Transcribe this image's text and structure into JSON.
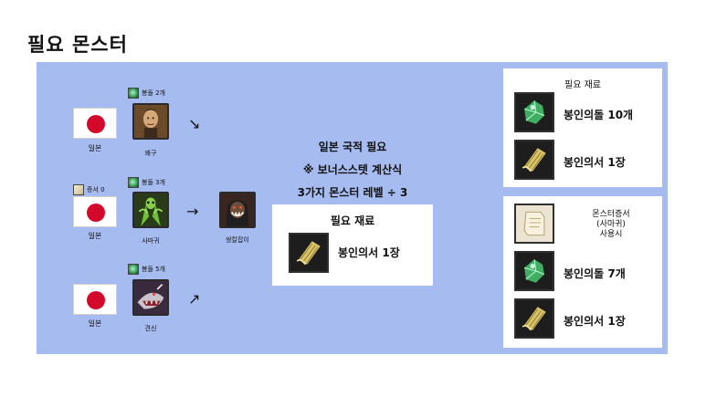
{
  "page": {
    "title": "필요 몬스터"
  },
  "sources": [
    {
      "flag": "일본",
      "cost_icon": "seal-stone-icon",
      "cost": "봉돌 2개",
      "monster": "왜구"
    },
    {
      "flag": "일본",
      "cost_icon": "seal-stone-icon",
      "cost": "봉돌 3개",
      "monster": "사마귀",
      "cert": "증서 0"
    },
    {
      "flag": "일본",
      "cost_icon": "seal-stone-icon",
      "cost": "봉돌 5개",
      "monster": "견신"
    }
  ],
  "result": {
    "monster": "쌍칼잡이"
  },
  "center": {
    "line1": "일본 국적 필요",
    "line2": "※ 보너스스텟 계산식",
    "line3": "3가지 몬스터 레벨 ÷ 3"
  },
  "center_box": {
    "title": "필요 재료",
    "items": [
      {
        "icon": "seal-scroll-icon",
        "text": "봉인의서 1장"
      }
    ]
  },
  "right_top": {
    "title": "필요 재료",
    "items": [
      {
        "icon": "seal-stone-icon",
        "text": "봉인의돌 10개"
      },
      {
        "icon": "seal-scroll-icon",
        "text": "봉인의서 1장"
      }
    ]
  },
  "right_bottom": {
    "cert_lines": [
      "몬스터증서",
      "(사마귀)",
      "사용시"
    ],
    "items": [
      {
        "icon": "seal-stone-icon",
        "text": "봉인의돌 7개"
      },
      {
        "icon": "seal-scroll-icon",
        "text": "봉인의서 1장"
      }
    ]
  }
}
